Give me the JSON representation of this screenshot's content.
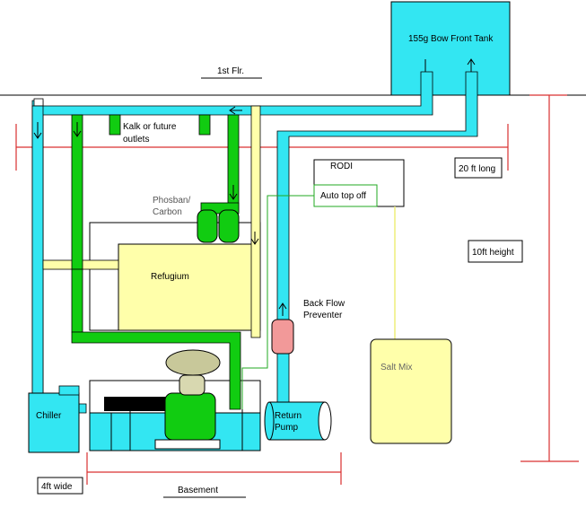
{
  "labels": {
    "tank": "155g Bow Front Tank",
    "floor": "1st Flr.",
    "kalk": "Kalk or future",
    "kalk2": "outlets",
    "rodi": "RODI",
    "auto_top_off": "Auto top off",
    "length": "20 ft long",
    "phosban1": "Phosban/",
    "phosban2": "Carbon",
    "height": "10ft height",
    "refugium": "Refugium",
    "backflow1": "Back Flow",
    "backflow2": "Preventer",
    "salt_mix": "Salt Mix",
    "chiller": "Chiller",
    "return_pump1": "Return",
    "return_pump2": "Pump",
    "width": "4ft wide",
    "basement": "Basement"
  },
  "colors": {
    "water_pipe": "#33e6f2",
    "green_pipe": "#11cc11",
    "yellow_line": "#ffffaa",
    "dimension_line": "#d93030",
    "backflow": "#f29999",
    "skimmer_top": "#c8c89a"
  }
}
